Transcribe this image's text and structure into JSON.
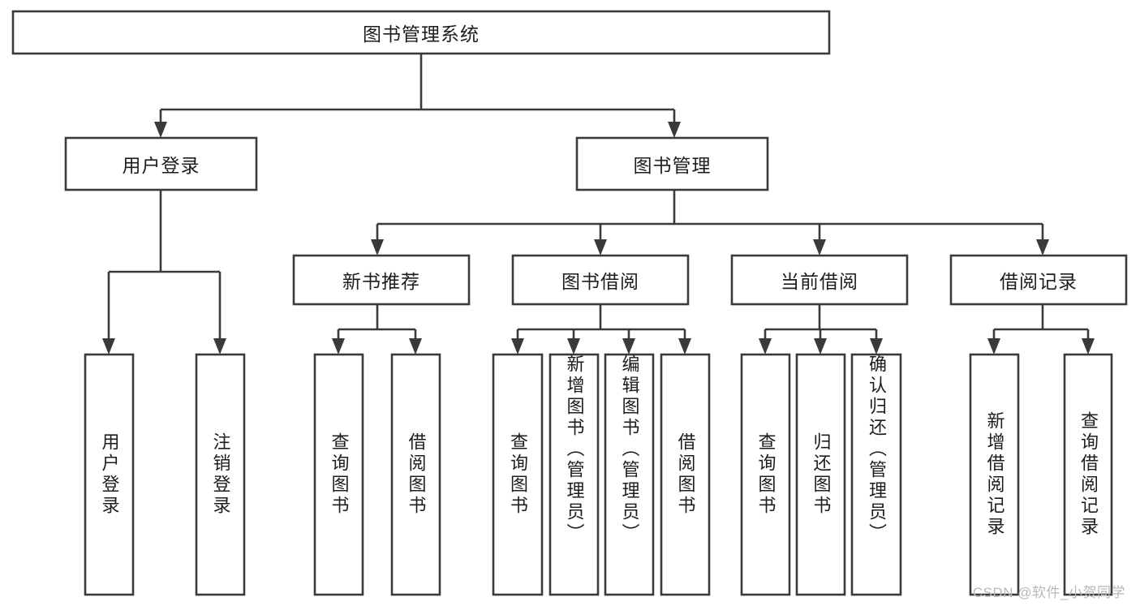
{
  "diagram": {
    "type": "tree",
    "title": "图书管理系统",
    "watermark": "CSDN @软件_小贺同学",
    "levels": {
      "root": {
        "label": "图书管理系统"
      },
      "level2": [
        {
          "id": "user-login",
          "label": "用户登录"
        },
        {
          "id": "book-management",
          "label": "图书管理"
        }
      ],
      "level3": [
        {
          "id": "new-book-recommend",
          "label": "新书推荐",
          "parent": "book-management"
        },
        {
          "id": "book-borrow",
          "label": "图书借阅",
          "parent": "book-management"
        },
        {
          "id": "current-borrow",
          "label": "当前借阅",
          "parent": "book-management"
        },
        {
          "id": "borrow-record",
          "label": "借阅记录",
          "parent": "book-management"
        }
      ],
      "leaves": [
        {
          "id": "leaf-user-login",
          "label": "用户登录",
          "parent": "user-login"
        },
        {
          "id": "leaf-logout-login",
          "label": "注销登录",
          "parent": "user-login"
        },
        {
          "id": "leaf-query-book-1",
          "label": "查询图书",
          "parent": "new-book-recommend"
        },
        {
          "id": "leaf-borrow-book-1",
          "label": "借阅图书",
          "parent": "new-book-recommend"
        },
        {
          "id": "leaf-query-book-2",
          "label": "查询图书",
          "parent": "book-borrow"
        },
        {
          "id": "leaf-add-book-admin",
          "label": "新增图书（管理员）",
          "parent": "book-borrow"
        },
        {
          "id": "leaf-edit-book-admin",
          "label": "编辑图书（管理员）",
          "parent": "book-borrow"
        },
        {
          "id": "leaf-borrow-book-2",
          "label": "借阅图书",
          "parent": "book-borrow"
        },
        {
          "id": "leaf-query-book-3",
          "label": "查询图书",
          "parent": "current-borrow"
        },
        {
          "id": "leaf-return-book",
          "label": "归还图书",
          "parent": "current-borrow"
        },
        {
          "id": "leaf-confirm-return-admin",
          "label": "确认归还（管理员）",
          "parent": "current-borrow"
        },
        {
          "id": "leaf-add-borrow-record",
          "label": "新增借阅记录",
          "parent": "borrow-record"
        },
        {
          "id": "leaf-query-borrow-record",
          "label": "查询借阅记录",
          "parent": "borrow-record"
        }
      ]
    },
    "colors": {
      "box_stroke": "#3a3a3a",
      "box_fill": "#ffffff",
      "text": "#1d1d1d",
      "connector": "#3a3a3a",
      "watermark": "#b9b9b9",
      "background": "#ffffff"
    }
  }
}
